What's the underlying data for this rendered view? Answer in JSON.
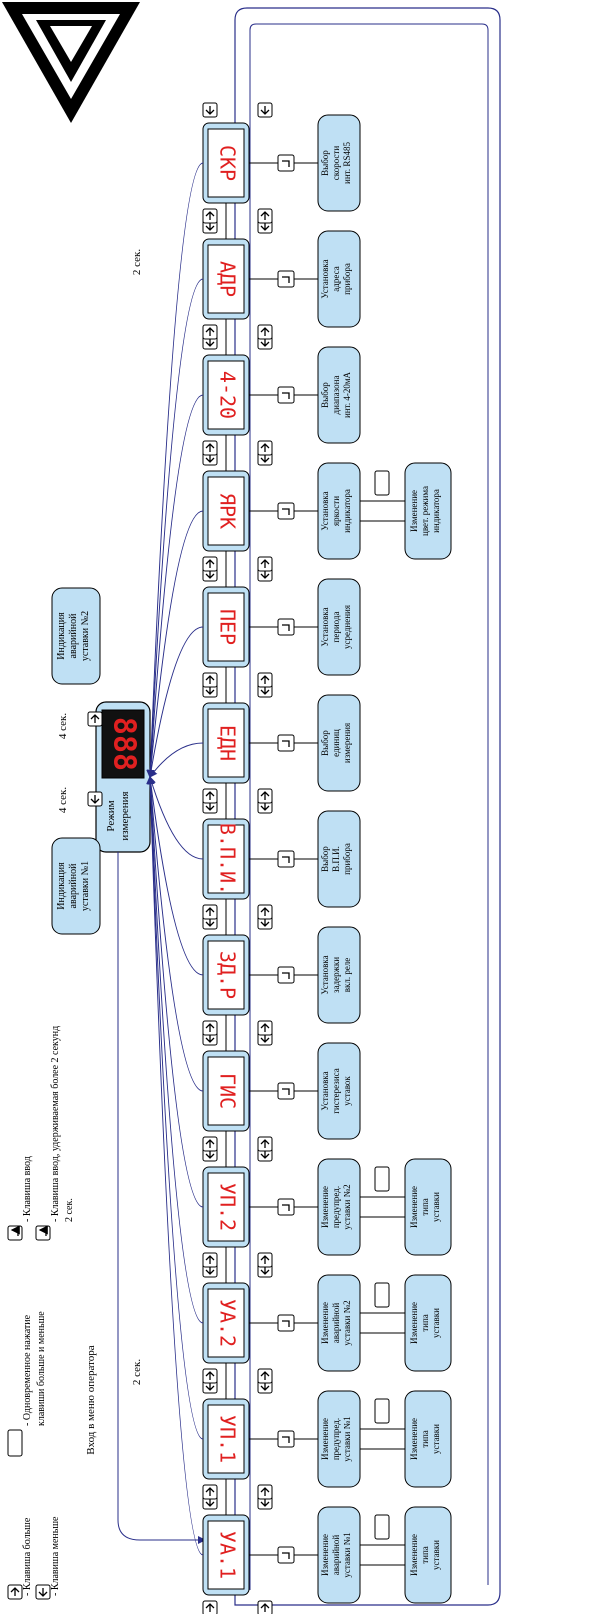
{
  "entry_label": "Вход в меню оператора",
  "center": {
    "label": "Режим\nизмерения",
    "display": "888",
    "hold_left": "4 сек.",
    "hold_right": "4 сек."
  },
  "alarm_indications": [
    "Индикация\nаварийной\nуставки №1",
    "Индикация\nаварийной\nуставки №2"
  ],
  "hold_2sec_a": "2 сек.",
  "hold_2sec_b": "2 сек.",
  "modes": [
    {
      "code": "УА.1",
      "desc": "Изменение\nаварийной\nуставки №1",
      "sub": "Изменение\nтипа\nуставки"
    },
    {
      "code": "УП.1",
      "desc": "Изменение\nпредупред.\nуставки №1",
      "sub": "Изменение\nтипа\nуставки"
    },
    {
      "code": "УА.2",
      "desc": "Изменение\nаварийной\nуставки №2",
      "sub": "Изменение\nтипа\nуставки"
    },
    {
      "code": "УП.2",
      "desc": "Изменение\nпредупред.\nуставки №2",
      "sub": "Изменение\nтипа\nуставки"
    },
    {
      "code": "ГИС",
      "desc": "Установка\nгистерезиса\nуставок",
      "sub": ""
    },
    {
      "code": "ЗД.Р",
      "desc": "Установка\nзадержки\nвкл. реле",
      "sub": ""
    },
    {
      "code": "В.П.И.",
      "desc": "Выбор\nВ.П.И.\nприбора",
      "sub": ""
    },
    {
      "code": "ЕДН",
      "desc": "Выбор\nединиц\nизмерения",
      "sub": ""
    },
    {
      "code": "ПЕР",
      "desc": "Установка\nпериода\nусреднения",
      "sub": ""
    },
    {
      "code": "ЯРК",
      "desc": "Установка\nяркости\nиндикатора",
      "sub": "Изменение\nцвет. режима\nиндикатора"
    },
    {
      "code": "4-20",
      "desc": "Выбор\nдиапазона\nинт. 4-20мА",
      "sub": ""
    },
    {
      "code": "АДР",
      "desc": "Установка\nадреса\nприбора",
      "sub": ""
    },
    {
      "code": "СКР",
      "desc": "Выбор\nскорости\nинт. RS485",
      "sub": ""
    }
  ],
  "legend": {
    "up": "- Клавиша больше",
    "down": "- Клавиша меньше",
    "both": "- Одновременное нажатие\nклавиши больше и меньше",
    "enter": "- Клавиша ввод",
    "enter_hold": "- Клавиша ввод, удерживаемая более 2 секунд\n2 сек."
  },
  "colors": {
    "box_fill": "#bfe0f4",
    "display_red": "#e02020",
    "arrow_blue": "#2a2f8a",
    "line": "#000000"
  },
  "icons": [
    "logo-chevron-icon",
    "up-key-icon",
    "down-key-icon",
    "enter-key-icon",
    "both-keys-icon"
  ]
}
